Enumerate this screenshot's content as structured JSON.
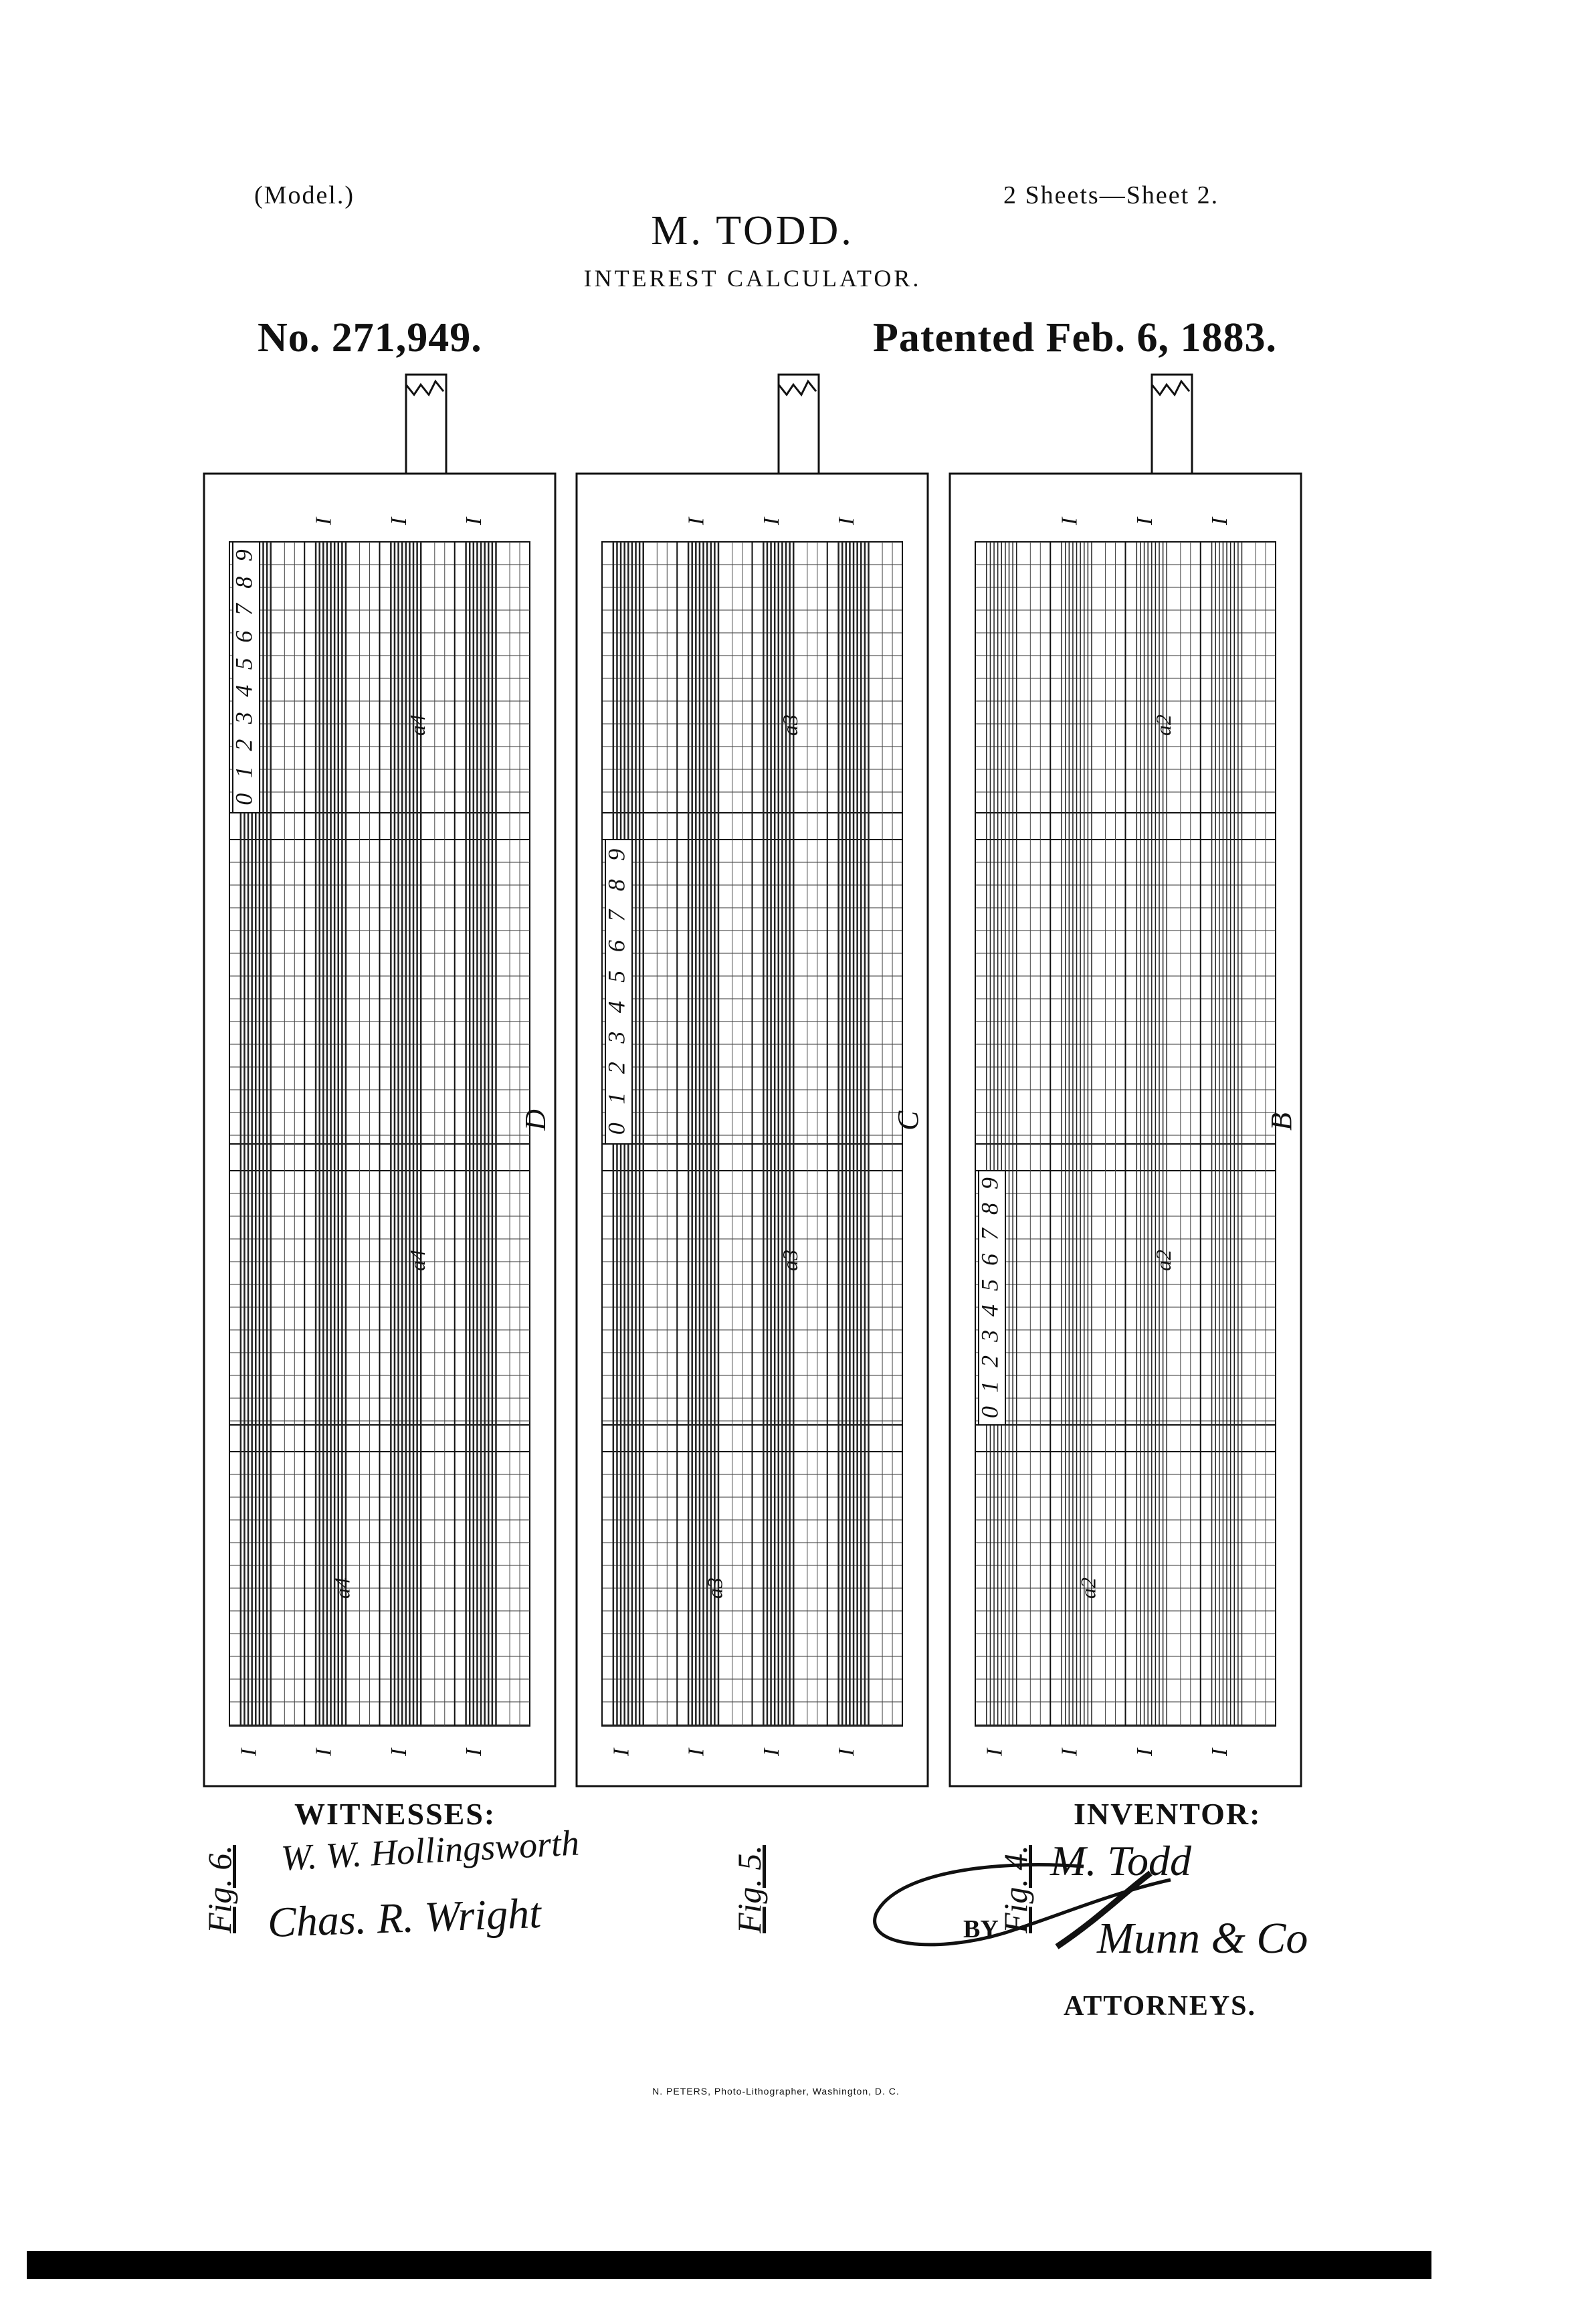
{
  "header": {
    "model": "(Model.)",
    "sheet": "2 Sheets—Sheet 2.",
    "inventor_name": "M. TODD.",
    "title": "INTEREST CALCULATOR.",
    "patent_number": "No. 271,949.",
    "patent_date": "Patented Feb. 6, 1883."
  },
  "figures": [
    {
      "fig_label": "Fig. 6.",
      "panel_letter": "D",
      "ref_label": "I",
      "digits": "9876543210",
      "ref_a": "a4"
    },
    {
      "fig_label": "Fig. 5.",
      "panel_letter": "C",
      "ref_label": "I",
      "digits": "9876543210",
      "ref_a": "a3"
    },
    {
      "fig_label": "Fig. 4.",
      "panel_letter": "B",
      "ref_label": "I",
      "digits": "9876543210",
      "ref_a": "a2"
    }
  ],
  "signatures": {
    "witnesses_label": "WITNESSES:",
    "witness_1": "W. W. Hollingsworth",
    "witness_2": "Chas. R. Wright",
    "inventor_label": "INVENTOR:",
    "inventor_signature": "M. Todd",
    "by_label": "BY",
    "attorney_signature": "Munn & Co",
    "attorneys_label": "ATTORNEYS."
  },
  "footer": {
    "lithographer": "N. PETERS, Photo-Lithographer, Washington, D. C."
  }
}
